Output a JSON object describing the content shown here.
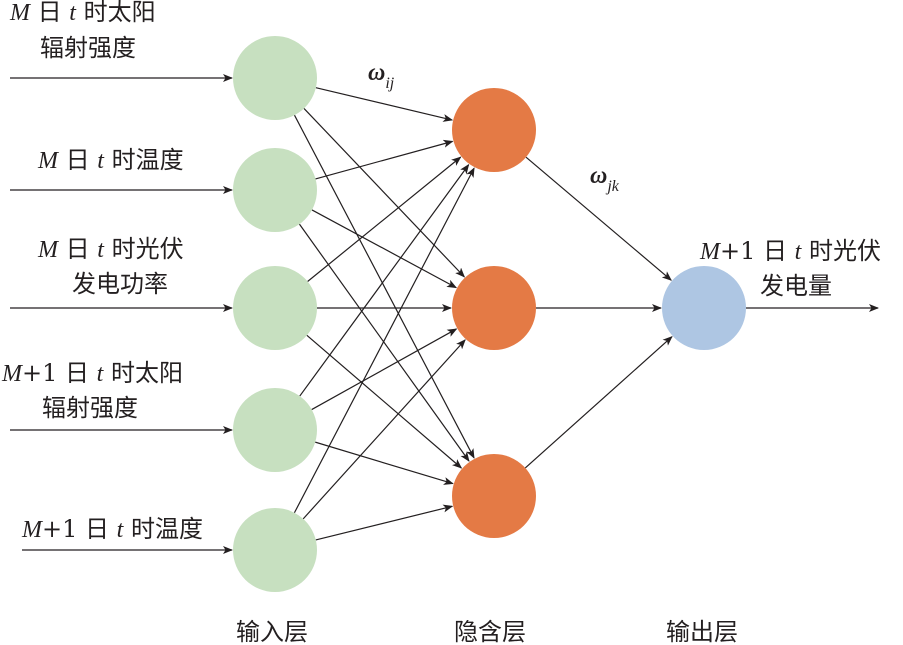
{
  "inputs": [
    {
      "line1": [
        "M",
        " 日 ",
        "t",
        " 时太阳"
      ],
      "line2": "辐射强度"
    },
    {
      "line1": [
        "M",
        " 日 ",
        "t",
        " 时温度"
      ],
      "line2": ""
    },
    {
      "line1": [
        "M",
        " 日 ",
        "t",
        " 时光伏"
      ],
      "line2": "发电功率"
    },
    {
      "line1": [
        "M",
        "+1 日 ",
        "t",
        " 时太阳"
      ],
      "line2": "辐射强度"
    },
    {
      "line1": [
        "M",
        "+1 日 ",
        "t",
        " 时温度"
      ],
      "line2": ""
    }
  ],
  "output": {
    "line1": [
      "M",
      "+1 日 ",
      "t",
      " 时光伏"
    ],
    "line2": "发电量"
  },
  "weights": {
    "w1": {
      "main": "ω",
      "sub": "ij"
    },
    "w2": {
      "main": "ω",
      "sub": "jk"
    }
  },
  "layers": {
    "input": "输入层",
    "hidden": "隐含层",
    "output": "输出层"
  },
  "colors": {
    "input_node": "#c7e0c0",
    "hidden_node": "#e47a45",
    "output_node": "#aec6e3",
    "line": "#231f20"
  }
}
